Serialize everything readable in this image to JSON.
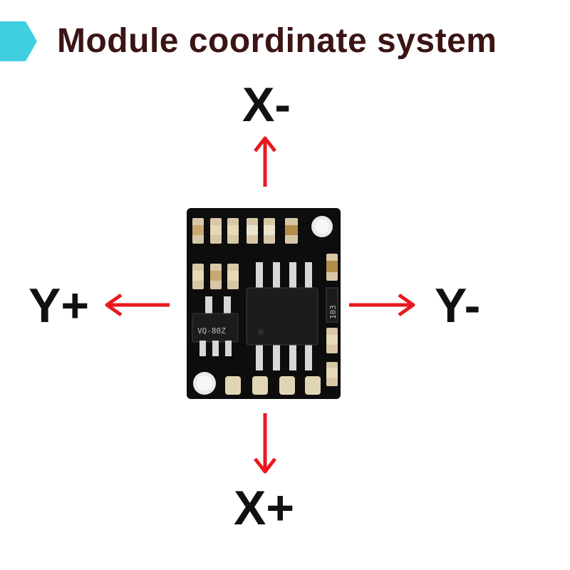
{
  "title": "Module coordinate system",
  "axes": {
    "x_minus": "X-",
    "x_plus": "X+",
    "y_plus": "Y+",
    "y_minus": "Y-"
  },
  "board": {
    "chip_label": "VQ-80Z",
    "side_label": "103"
  },
  "colors": {
    "accent": "#3fcfe0",
    "arrow": "#e8191f",
    "title": "#3b1414",
    "board": "#0d0d0d"
  }
}
